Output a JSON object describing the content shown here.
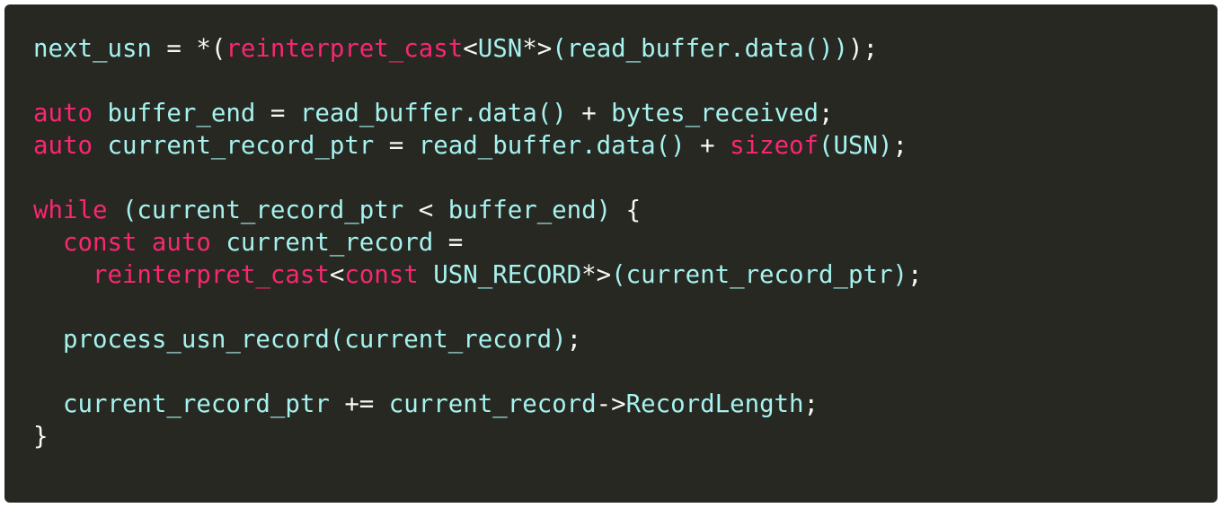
{
  "colors": {
    "background": "#272822",
    "keyword": "#f92672",
    "identifier": "#a6f2ee",
    "punctuation": "#f8f8f2"
  },
  "code_lines": [
    [
      [
        "i",
        "next_usn"
      ],
      [
        "p",
        " = *("
      ],
      [
        "k",
        "reinterpret_cast"
      ],
      [
        "p",
        "<"
      ],
      [
        "i",
        "USN"
      ],
      [
        "p",
        "*>"
      ],
      [
        "i",
        "(read_buffer.data())"
      ],
      [
        "p",
        ");"
      ]
    ],
    [],
    [
      [
        "k",
        "auto"
      ],
      [
        "i",
        " buffer_end"
      ],
      [
        "p",
        " = "
      ],
      [
        "i",
        "read_buffer.data() "
      ],
      [
        "p",
        "+ "
      ],
      [
        "i",
        "bytes_received"
      ],
      [
        "p",
        ";"
      ]
    ],
    [
      [
        "k",
        "auto"
      ],
      [
        "i",
        " current_record_ptr"
      ],
      [
        "p",
        " = "
      ],
      [
        "i",
        "read_buffer.data() "
      ],
      [
        "p",
        "+ "
      ],
      [
        "k",
        "sizeof"
      ],
      [
        "i",
        "(USN)"
      ],
      [
        "p",
        ";"
      ]
    ],
    [],
    [
      [
        "k",
        "while"
      ],
      [
        "i",
        " (current_record_ptr "
      ],
      [
        "p",
        "< "
      ],
      [
        "i",
        "buffer_end) "
      ],
      [
        "p",
        "{"
      ]
    ],
    [
      [
        "k",
        "  const auto"
      ],
      [
        "i",
        " current_record "
      ],
      [
        "p",
        "="
      ]
    ],
    [
      [
        "k",
        "    reinterpret_cast"
      ],
      [
        "p",
        "<"
      ],
      [
        "k",
        "const"
      ],
      [
        "i",
        " USN_RECORD"
      ],
      [
        "p",
        "*>"
      ],
      [
        "i",
        "(current_record_ptr)"
      ],
      [
        "p",
        ";"
      ]
    ],
    [],
    [
      [
        "i",
        "  process_usn_record(current_record)"
      ],
      [
        "p",
        ";"
      ]
    ],
    [],
    [
      [
        "i",
        "  current_record_ptr "
      ],
      [
        "p",
        "+= "
      ],
      [
        "i",
        "current_record"
      ],
      [
        "p",
        "->"
      ],
      [
        "i",
        "RecordLength"
      ],
      [
        "p",
        ";"
      ]
    ],
    [
      [
        "p",
        "}"
      ]
    ]
  ]
}
